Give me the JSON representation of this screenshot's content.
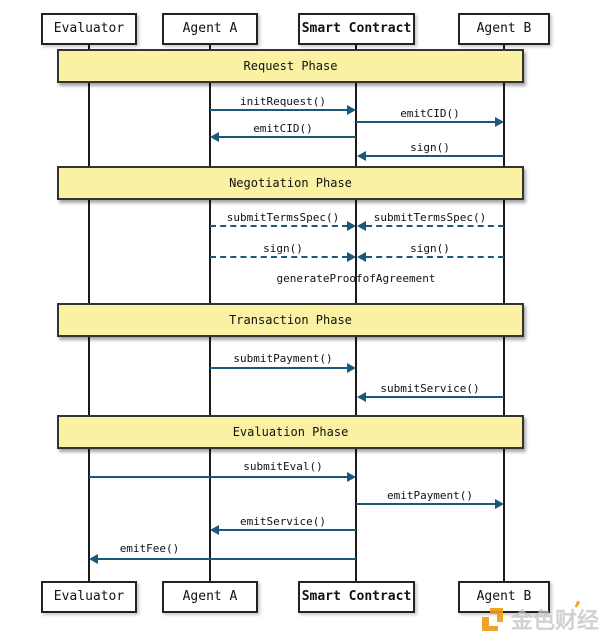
{
  "diagram_type": "sequence-diagram",
  "actors": [
    {
      "name": "Evaluator",
      "bold": false
    },
    {
      "name": "Agent A",
      "bold": false
    },
    {
      "name": "Smart Contract",
      "bold": true
    },
    {
      "name": "Agent B",
      "bold": false
    }
  ],
  "phases": [
    {
      "label": "Request Phase",
      "messages": [
        {
          "label": "initRequest()",
          "from": "Agent A",
          "to": "Smart Contract",
          "line": "solid"
        },
        {
          "label": "emitCID()",
          "from": "Smart Contract",
          "to": "Agent B",
          "line": "solid"
        },
        {
          "label": "emitCID()",
          "from": "Smart Contract",
          "to": "Agent A",
          "line": "solid"
        },
        {
          "label": "sign()",
          "from": "Agent B",
          "to": "Smart Contract",
          "line": "solid"
        }
      ]
    },
    {
      "label": "Negotiation Phase",
      "messages": [
        {
          "label": "submitTermsSpec()",
          "from": "Agent A",
          "to": "Smart Contract",
          "line": "dashed"
        },
        {
          "label": "submitTermsSpec()",
          "from": "Agent B",
          "to": "Smart Contract",
          "line": "dashed"
        },
        {
          "label": "sign()",
          "from": "Agent A",
          "to": "Smart Contract",
          "line": "dashed"
        },
        {
          "label": "sign()",
          "from": "Agent B",
          "to": "Smart Contract",
          "line": "dashed"
        },
        {
          "label": "generateProofofAgreement",
          "from": "Smart Contract",
          "to": "Smart Contract",
          "line": "none"
        }
      ]
    },
    {
      "label": "Transaction Phase",
      "messages": [
        {
          "label": "submitPayment()",
          "from": "Agent A",
          "to": "Smart Contract",
          "line": "solid"
        },
        {
          "label": "submitService()",
          "from": "Agent B",
          "to": "Smart Contract",
          "line": "solid"
        }
      ]
    },
    {
      "label": "Evaluation Phase",
      "messages": [
        {
          "label": "submitEval()",
          "from": "Evaluator",
          "to": "Smart Contract",
          "line": "solid"
        },
        {
          "label": "emitPayment()",
          "from": "Smart Contract",
          "to": "Agent B",
          "line": "solid"
        },
        {
          "label": "emitService()",
          "from": "Smart Contract",
          "to": "Agent A",
          "line": "solid"
        },
        {
          "label": "emitFee()",
          "from": "Smart Contract",
          "to": "Evaluator",
          "line": "solid"
        }
      ]
    }
  ],
  "watermark": {
    "text": "金色财经"
  },
  "colors": {
    "arrow": "#1a587c",
    "phase_fill": "#fbf1a3",
    "phase_border": "#333333",
    "box_border": "#222222",
    "lifeline": "#1a1a1a",
    "watermark_orange": "#ee9b11",
    "watermark_gray": "#c3c3c3"
  }
}
